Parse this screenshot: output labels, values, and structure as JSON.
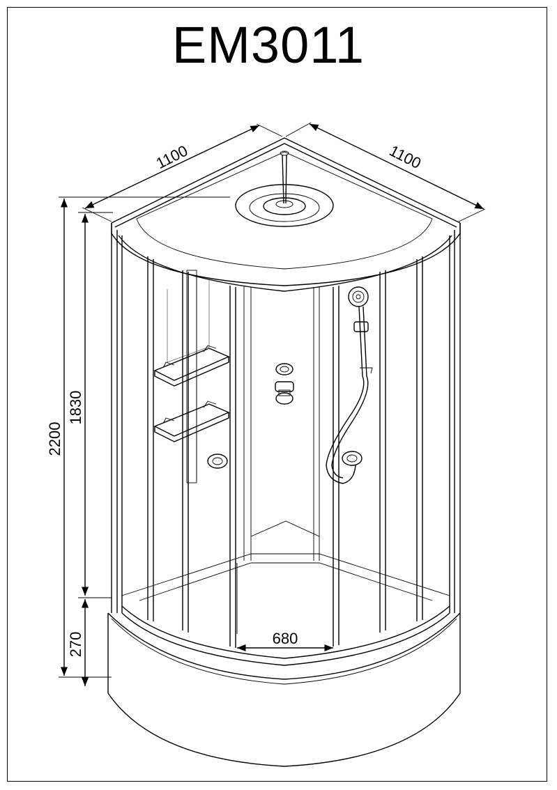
{
  "title": "EM3011",
  "dimensions": {
    "width_left": "1100",
    "width_right": "1100",
    "total_height": "2200",
    "cabin_height": "1830",
    "tray_height": "270",
    "door_opening": "680"
  }
}
